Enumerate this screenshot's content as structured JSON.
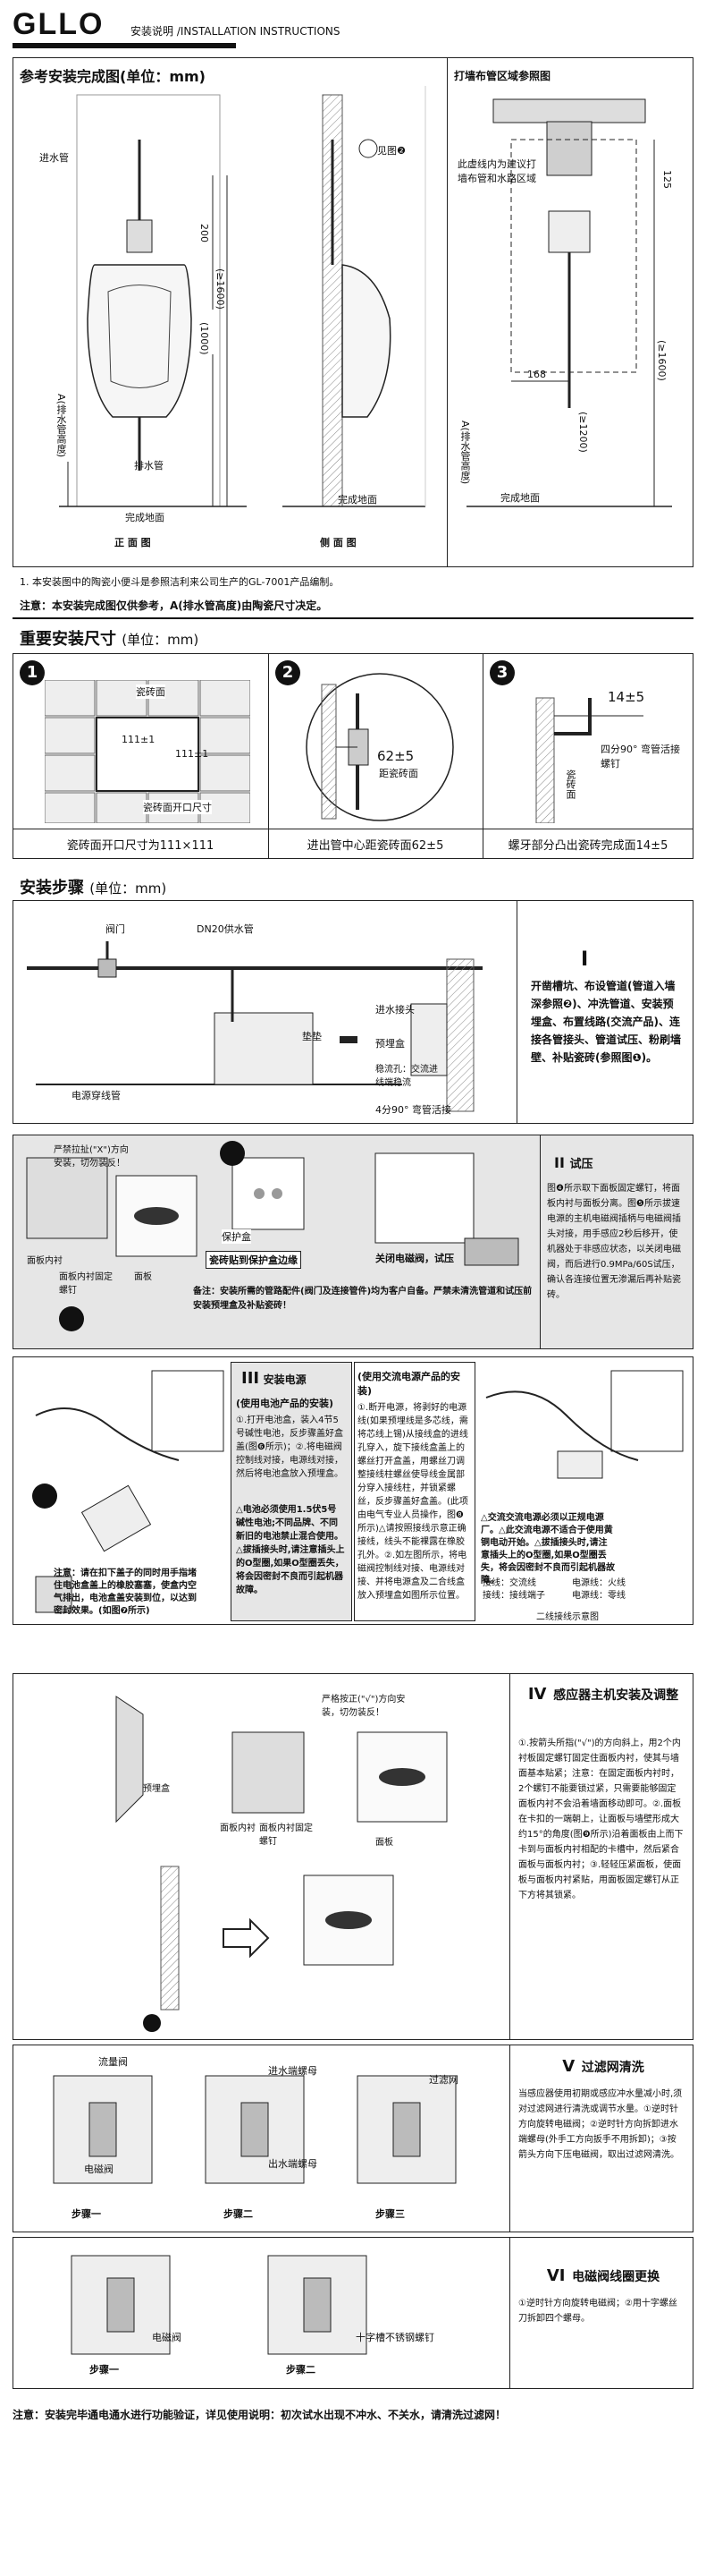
{
  "header": {
    "logo": "GLLO",
    "subtitle": "安装说明 /INSTALLATION INSTRUCTIONS"
  },
  "section1": {
    "title_left": "参考安装完成图(单位：mm)",
    "title_right": "打墙布管区域参照图",
    "labels": {
      "inlet": "进水管",
      "drain": "排水管",
      "finish_ground": "完成地面",
      "front_view": "正 面 图",
      "side_view": "侧 面 图",
      "see_fig2": "见图❷",
      "note_area": "此虚线内为建议打墙布管和水路区域",
      "a_height": "A(排水管高度)",
      "d200": "200",
      "d1000": "(1000)",
      "d1600": "(≥1600)",
      "d125": "125",
      "d168": "168",
      "d1200": "(≥1200)",
      "d1600r": "(≥1600)",
      "finish_ground_r": "完成地面",
      "a_height_r": "A(排水管高度)"
    },
    "note1": "1. 本安装图中的陶瓷小便斗是参照洁利来公司生产的GL-7001产品编制。",
    "note2": "注意：本安装完成图仅供参考，A(排水管高度)由陶瓷尺寸决定。"
  },
  "section2": {
    "title": "重要安装尺寸",
    "unit": "(单位：mm)",
    "panel1": {
      "tile": "瓷砖面",
      "w": "111±1",
      "h": "111±1",
      "opening": "瓷砖面开口尺寸",
      "caption": "瓷砖面开口尺寸为111×111"
    },
    "panel2": {
      "dim": "62±5",
      "dim_label": "距瓷砖面",
      "caption": "进出管中心距瓷砖面62±5"
    },
    "panel3": {
      "dim": "14±5",
      "elbow": "四分90° 弯管活接螺钉",
      "tile": "瓷砖面",
      "caption": "螺牙部分凸出瓷砖完成面14±5"
    }
  },
  "section3": {
    "title": "安装步骤",
    "unit": "(单位：mm)",
    "step1": {
      "roman": "I",
      "text": "开凿槽坑、布设管道(管道入墙深参照❷)、冲洗管道、安装预埋盒、布置线路(交流产品)、连接各管接头、管道试压、粉刷墙壁、补贴瓷砖(参照图❶)。",
      "labels": {
        "valve": "阀门",
        "dn20": "DN20供水管",
        "inlet_joint": "进水接头",
        "box": "预埋盒",
        "cable": "电源穿线管",
        "gasket": "垫垫",
        "ac_port": "稳流孔：交流进线端稳流",
        "elbow": "4分90° 弯管活接"
      }
    },
    "step2": {
      "roman": "II",
      "title": "试压",
      "text": "图❹所示取下面板固定螺钉，将面板内衬与面板分离。图❺所示拔速电源的主机电磁阀插柄与电磁阀插头对接，用手感应2秒后移开，使机器处于非感应状态，以关闭电磁阀，而后进行0.9MPa/60S试压，确认各连接位置无渗漏后再补贴瓷砖。",
      "label_pull": "严禁拉扯(\"X\")方向安装，切勿装反！",
      "label_liner": "面板内衬",
      "label_screw": "面板内衬固定螺钉",
      "label_panel": "面板",
      "label_cover": "保护盒",
      "label_tile": "瓷砖贴到保护盒边缘",
      "label_close": "关闭电磁阀，试压",
      "remark": "备注：安装所需的管路配件(阀门及连接管件)均为客户自备。严禁未清洗管道和试压前安装预埋盒及补贴瓷砖！"
    },
    "step3": {
      "roman": "III",
      "title": "安装电源",
      "battery_title": "(使用电池产品的安装)",
      "battery_text": "①.打开电池盒，装入4节5号碱性电池，反步骤盖好盒盖(图❻所示)；②.将电磁阀控制线对接，电源线对接，然后将电池盒放入预埋盒。",
      "battery_note": "△电池必须使用1.5伏5号碱性电池;不同品牌、不同新旧的电池禁止混合使用。△拔插接头时,请注意插头上的O型圈,如果O型圈丢失，将会因密封不良而引起机器故障。",
      "ac_title": "(使用交流电源产品的安装)",
      "ac_text": "①.断开电源，将剥好的电源线(如果预埋线是多芯线，需将芯线上锡)从接线盒的进线孔穿入，旋下接线盒盖上的螺丝打开盒盖，用螺丝刀调整接线柱螺丝使导线金属部分穿入接线柱，并锁紧螺丝，反步骤盖好盒盖。(此项由电气专业人员操作，图❽所示)△请按照接线示意正确接线，线头不能裸露在橡胶孔外。②.如左图所示，将电磁阀控制线对接、电源线对接、并将电源盒及二合线盒放入预埋盒如图所示位置。",
      "caution": "注意：请在扣下盖子的同时用手指堵住电池盒盖上的橡胶塞塞，使盒内空气排出，电池盒盖安装到位，以达到密封效果。(如图❼所示)",
      "ac_note": "△交流交流电源必须以正规电源厂。△此交流电源不适合于使用黄铜电动开始。△拔插接头时,请注意插头上的O型圈,如果O型圈丢失，将会因密封不良而引起机器故障。",
      "wiring_label": "二线接线示意图",
      "wiring_items": [
        "接线：交流线",
        "接线：接线端子",
        "电源线：火线",
        "电源线：零线"
      ]
    },
    "step4": {
      "roman": "IV",
      "title": "感应器主机安装及调整",
      "text": "①.按箭头所指(\"√\")的方向斜上，用2个内衬板固定螺钉固定住面板内衬，使其与墙面基本贴紧；注意：在固定面板内衬时，2个螺钉不能要锁过紧，只需要能够固定面板内衬不会沿着墙面移动即可。②.面板在卡扣的一端朝上，让面板与墙壁形成大约15°的角度(图❾所示)沿着面板由上而下卡到与面板内衬相配的卡槽中，然后紧合面板与面板内衬；③.轻轻压紧面板，使面板与面板内衬紧贴，用面板固定螺钉从正下方将其锁紧。",
      "label_pull": "严格按正(\"√\")方向安装，切勿装反！",
      "label_box": "预埋盒",
      "label_liner": "面板内衬",
      "label_screw": "面板内衬固定螺钉",
      "label_panel": "面板"
    },
    "step5": {
      "roman": "V",
      "title": "过滤网清洗",
      "text": "当感应器使用初期或感应冲水量减小时,须对过滤网进行清洗或调节水量。①逆时针方向旋转电磁阀；②逆时针方向拆卸进水端螺母(外手工方向扳手不用拆卸)；③按箭头方向下压电磁阀，取出过滤网清洗。",
      "labels": [
        "流量阀",
        "进水端螺母",
        "过滤网",
        "电磁阀",
        "出水端螺母"
      ],
      "steps": [
        "步骤一",
        "步骤二",
        "步骤三"
      ]
    },
    "step6": {
      "roman": "VI",
      "title": "电磁阀线圈更换",
      "text": "①逆时针方向旋转电磁阀；②用十字螺丝刀拆卸四个螺母。",
      "labels": [
        "电磁阀",
        "十字槽不锈钢螺钉"
      ],
      "steps": [
        "步骤一",
        "步骤二"
      ]
    }
  },
  "footer": {
    "note": "注意：安装完毕通电通水进行功能验证，详见使用说明：初次试水出现不冲水、不关水，请清洗过滤网！"
  }
}
